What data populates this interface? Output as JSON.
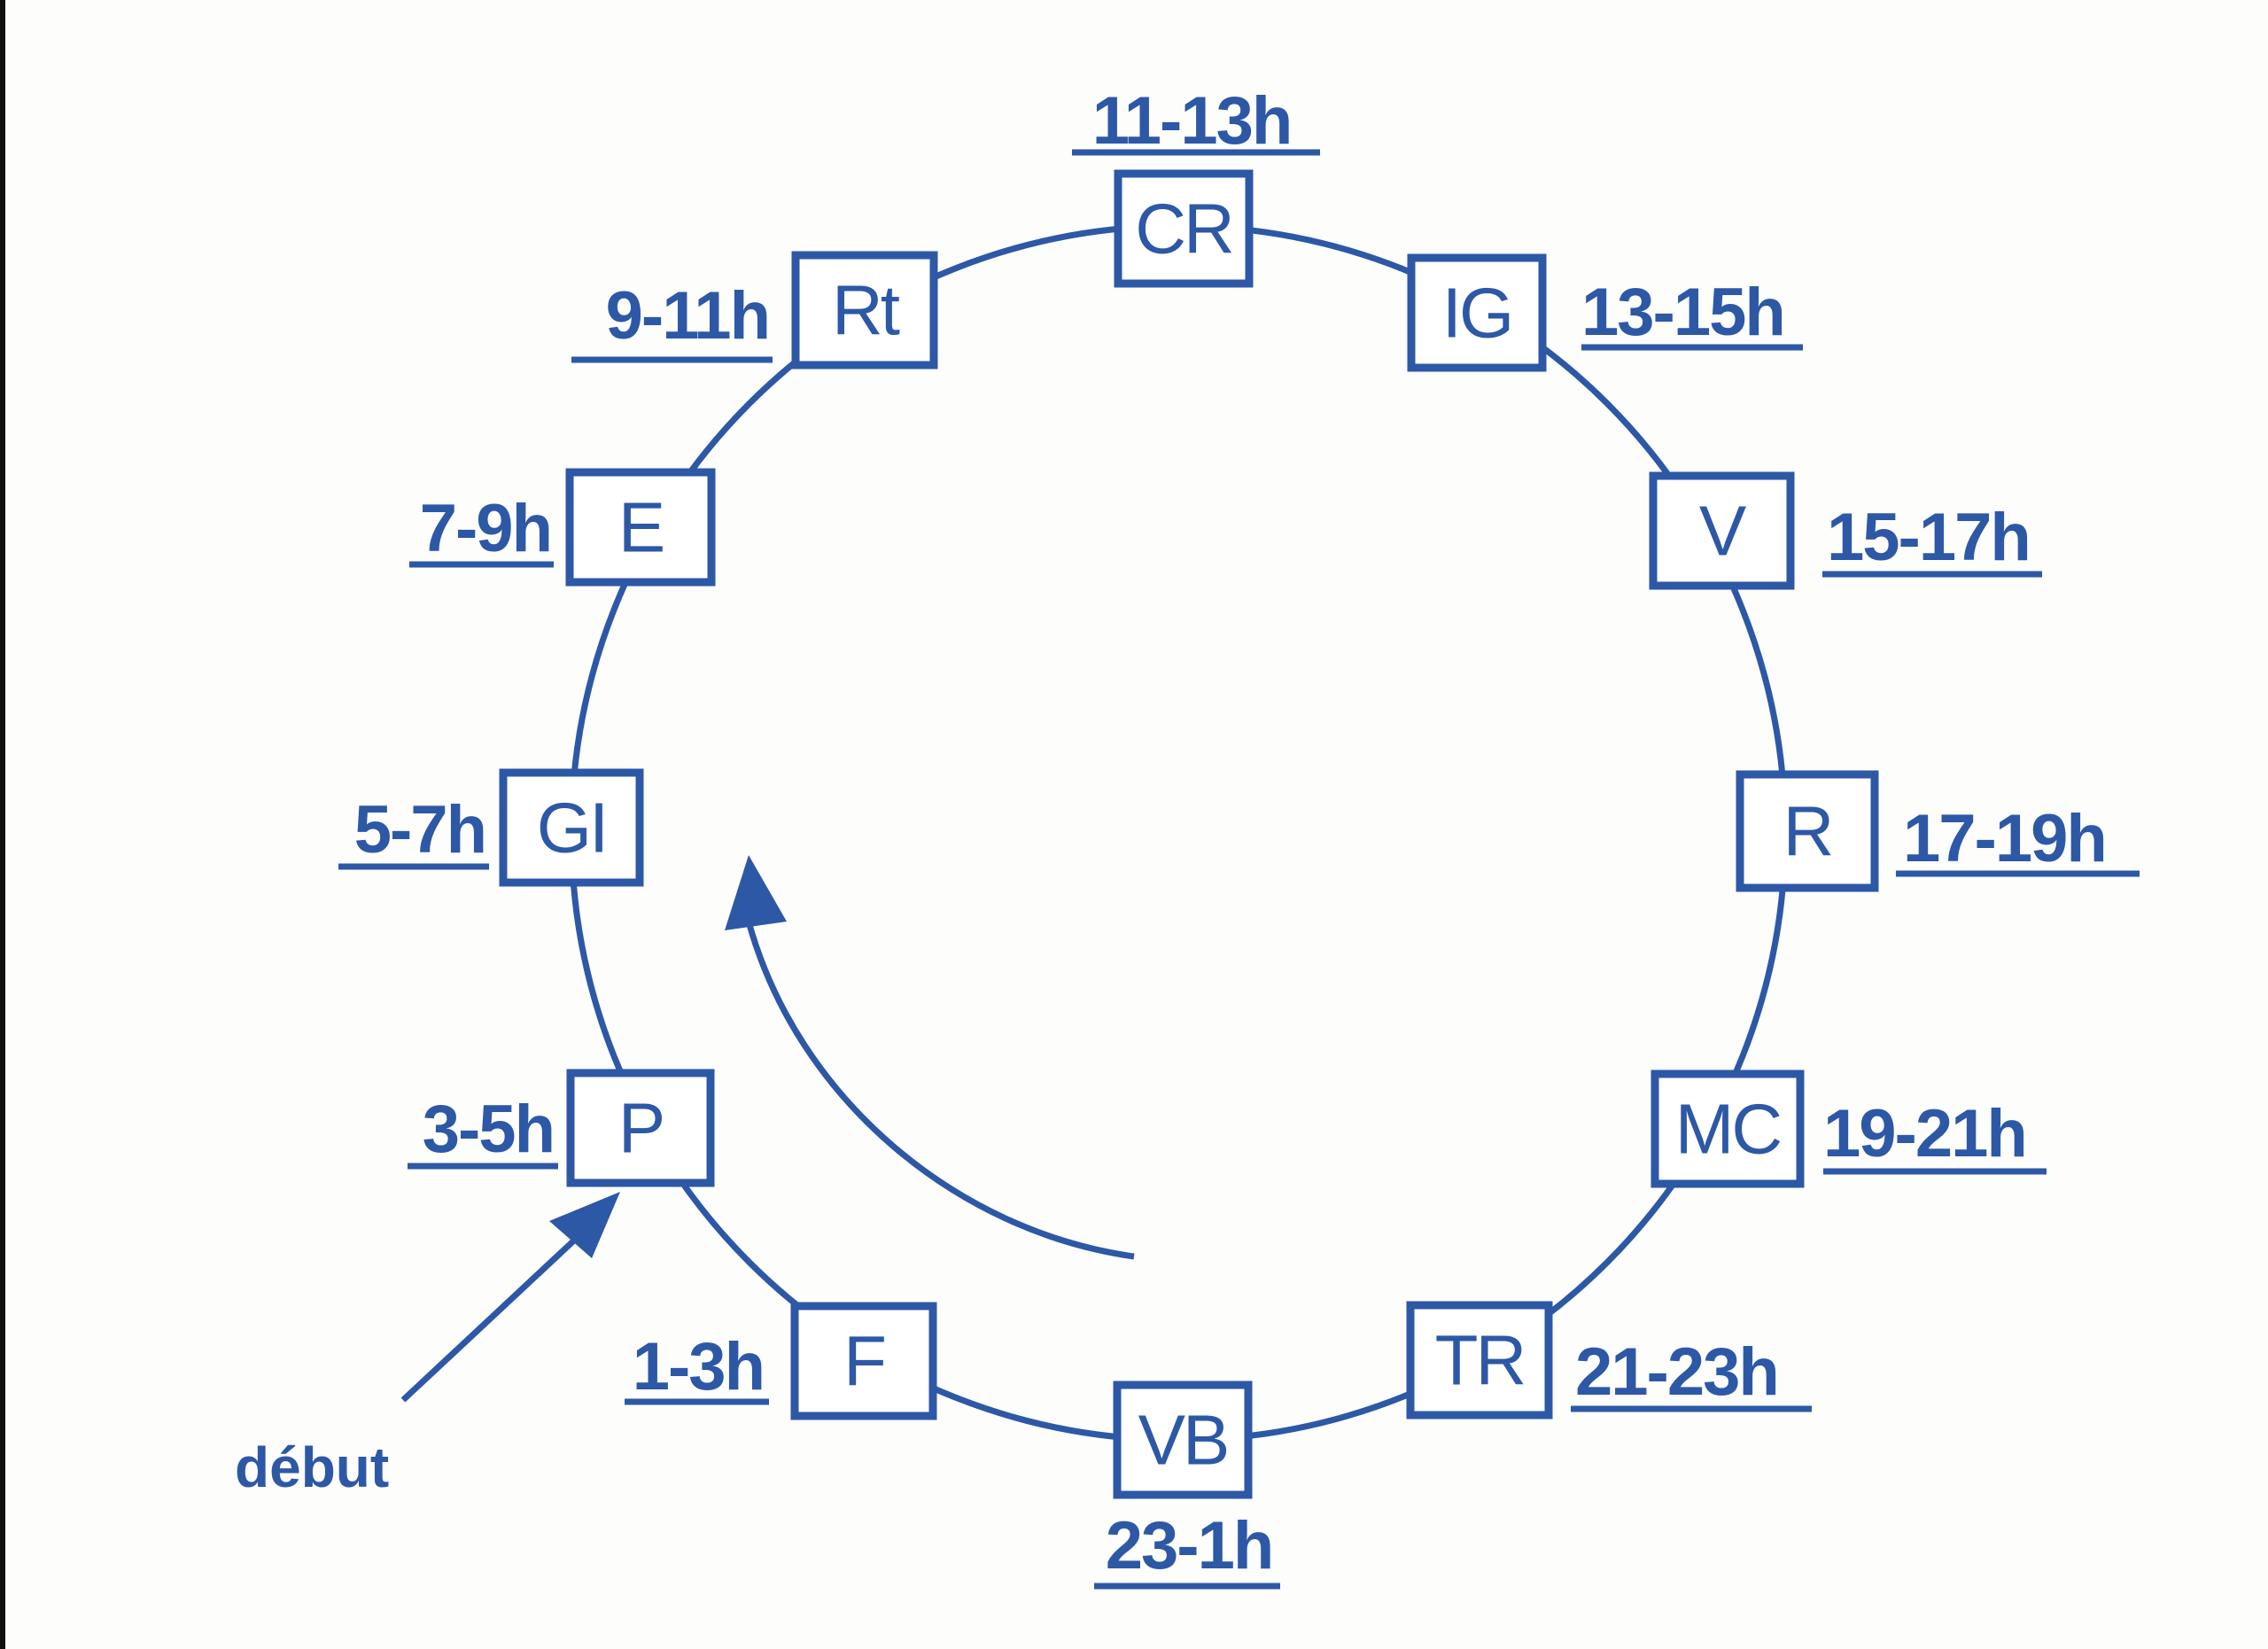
{
  "diagram": {
    "start_label": "début",
    "nodes": [
      {
        "code": "CR",
        "time": "11-13h"
      },
      {
        "code": "IG",
        "time": "13-15h"
      },
      {
        "code": "V",
        "time": "15-17h"
      },
      {
        "code": "R",
        "time": "17-19h"
      },
      {
        "code": "MC",
        "time": "19-21h"
      },
      {
        "code": "TR",
        "time": "21-23h"
      },
      {
        "code": "VB",
        "time": "23-1h"
      },
      {
        "code": "F",
        "time": "1-3h"
      },
      {
        "code": "P",
        "time": "3-5h"
      },
      {
        "code": "GI",
        "time": "5-7h"
      },
      {
        "code": "E",
        "time": "7-9h"
      },
      {
        "code": "Rt",
        "time": "9-11h"
      }
    ],
    "colors": {
      "ink": "#2d58a6"
    }
  }
}
